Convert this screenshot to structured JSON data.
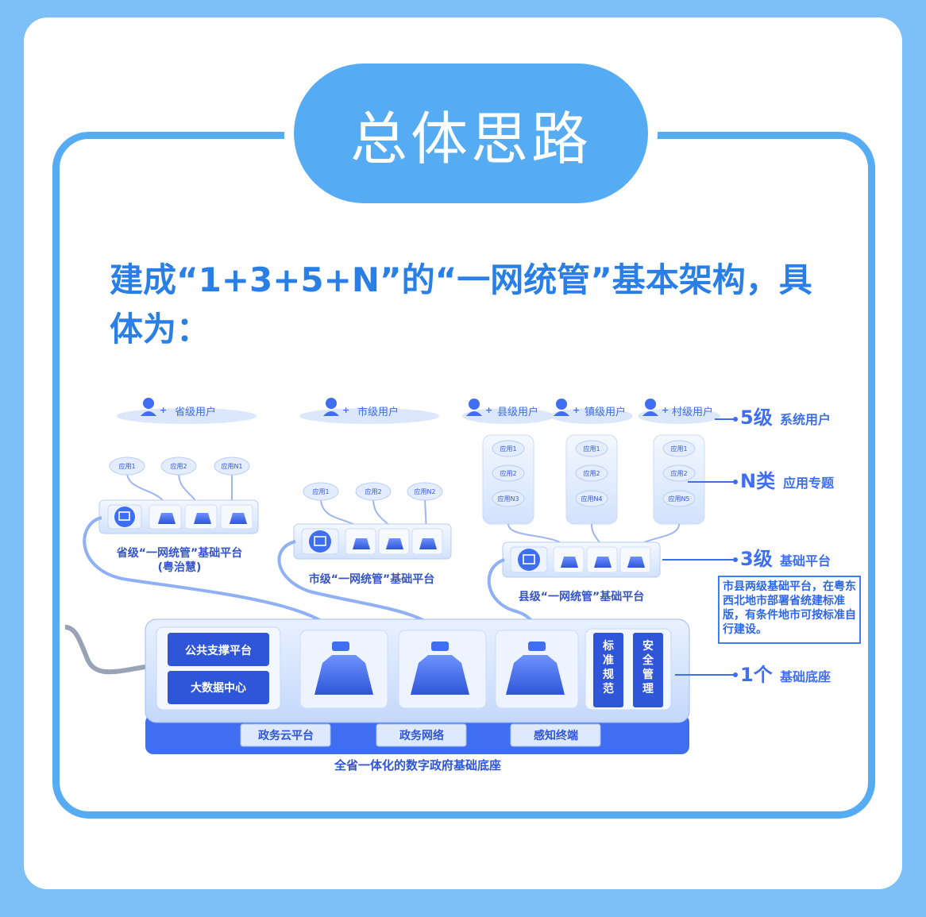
{
  "header": {
    "title": "总体思路"
  },
  "subtitle": "建成“1+3+5+N”的“一网统管”基本架构，具体为：",
  "users": {
    "province": "省级用户",
    "city": "市级用户",
    "county": "县级用户",
    "town": "镇级用户",
    "village": "村级用户"
  },
  "apps": {
    "province": [
      "应用1",
      "应用2",
      "应用N1"
    ],
    "city": [
      "应用1",
      "应用2",
      "应用N2"
    ],
    "county": [
      "应用1",
      "应用2",
      "应用N3"
    ],
    "town": [
      "应用1",
      "应用2",
      "应用N4"
    ],
    "village": [
      "应用1",
      "应用2",
      "应用N5"
    ]
  },
  "platforms": {
    "province": "省级“一网统管”基础平台",
    "province_sub": "(粤治慧)",
    "city": "市级“一网统管”基础平台",
    "county": "县级“一网统管”基础平台"
  },
  "base": {
    "left_boxes": [
      "公共支撑平台",
      "大数据中心"
    ],
    "right_boxes": [
      "标准规范",
      "安全管理"
    ],
    "bottom_tabs": [
      "政务云平台",
      "政务网络",
      "感知终端"
    ],
    "caption": "全省一体化的数字政府基础底座"
  },
  "legend": [
    {
      "num": "5级",
      "text": "系统用户"
    },
    {
      "num": "N类",
      "text": "应用专题"
    },
    {
      "num": "3级",
      "text": "基础平台"
    },
    {
      "num": "1个",
      "text": "基础底座"
    }
  ],
  "note": "市县两级基础平台，在粤东西北地市部署省统建标准版，有条件地市可按标准自行建设。",
  "colors": {
    "accent": "#55acf3",
    "primary": "#3f6ff0",
    "dark": "#2f55d8",
    "light": "#dceafd"
  }
}
